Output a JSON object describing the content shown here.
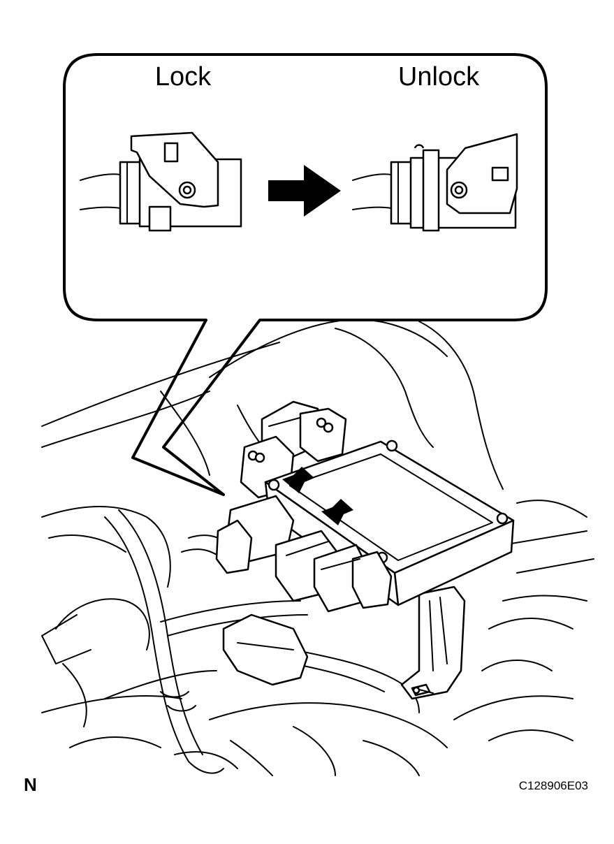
{
  "labels": {
    "lock": "Lock",
    "unlock": "Unlock",
    "orientation_mark": "N",
    "figure_code": "C128906E03"
  }
}
